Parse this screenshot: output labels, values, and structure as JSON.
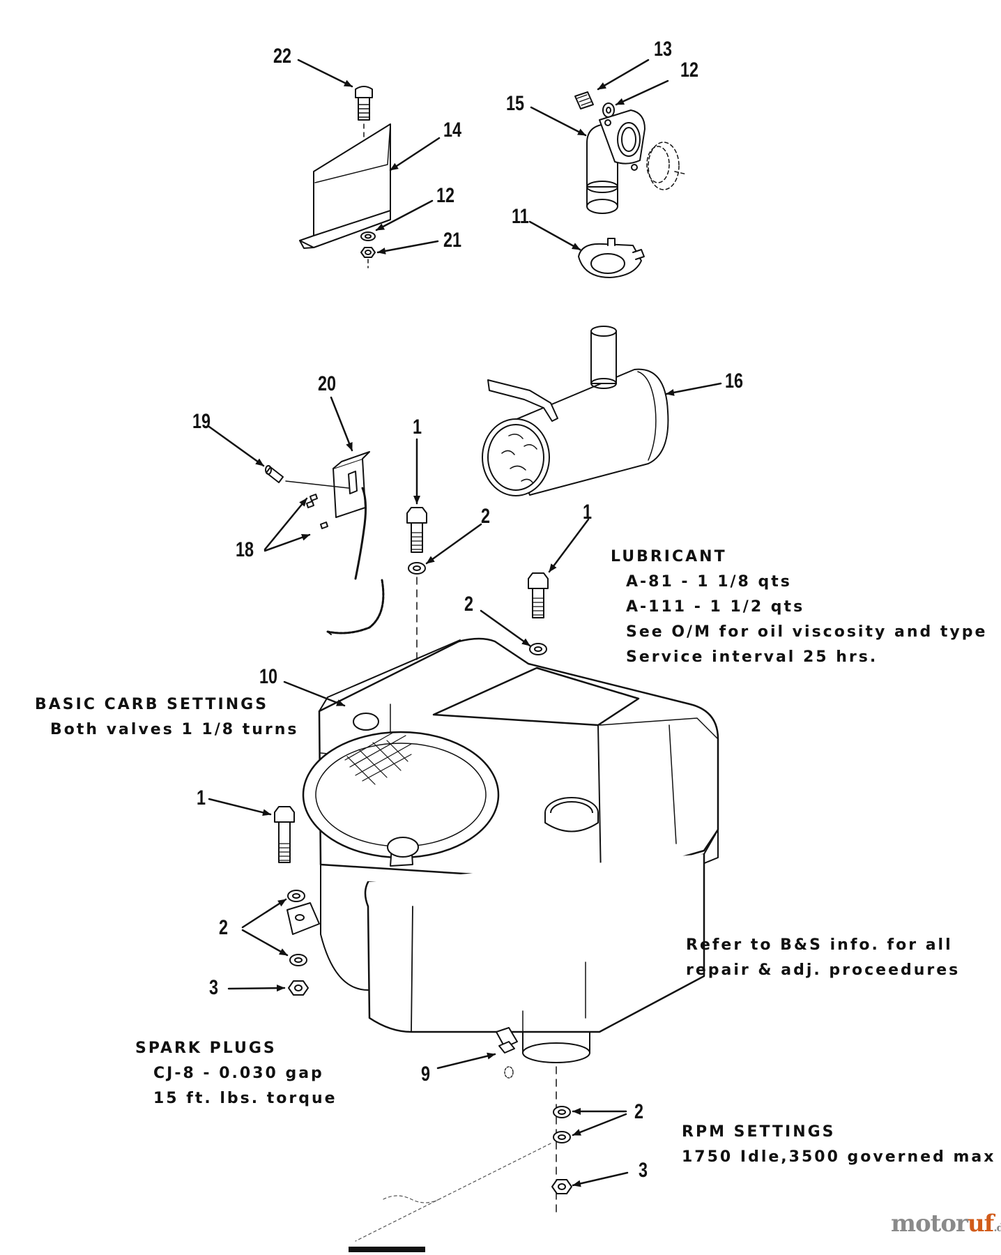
{
  "callouts": [
    {
      "id": "22",
      "text": "22"
    },
    {
      "id": "13",
      "text": "13"
    },
    {
      "id": "12a",
      "text": "12"
    },
    {
      "id": "15",
      "text": "15"
    },
    {
      "id": "14",
      "text": "14"
    },
    {
      "id": "12b",
      "text": "12"
    },
    {
      "id": "21",
      "text": "21"
    },
    {
      "id": "11",
      "text": "11"
    },
    {
      "id": "16",
      "text": "16"
    },
    {
      "id": "20",
      "text": "20"
    },
    {
      "id": "19",
      "text": "19"
    },
    {
      "id": "1a",
      "text": "1"
    },
    {
      "id": "2a",
      "text": "2"
    },
    {
      "id": "1b",
      "text": "1"
    },
    {
      "id": "18",
      "text": "18"
    },
    {
      "id": "2b",
      "text": "2"
    },
    {
      "id": "10",
      "text": "10"
    },
    {
      "id": "1c",
      "text": "1"
    },
    {
      "id": "2c",
      "text": "2"
    },
    {
      "id": "3a",
      "text": "3"
    },
    {
      "id": "9",
      "text": "9"
    },
    {
      "id": "2d",
      "text": "2"
    },
    {
      "id": "3b",
      "text": "3"
    }
  ],
  "notes": {
    "lubricant": {
      "title": "LUBRICANT",
      "line1": "A-81 - 1 1/8 qts",
      "line2": "A-111 - 1 1/2 qts",
      "line3": "See O/M for oil viscosity and type",
      "line4": "Service interval 25 hrs."
    },
    "carb": {
      "title": "BASIC CARB SETTINGS",
      "line1": "Both valves 1 1/8 turns"
    },
    "refer": {
      "line1": "Refer to B&S info. for all",
      "line2": "repair & adj. proceedures"
    },
    "spark": {
      "title": "SPARK PLUGS",
      "line1": "CJ-8 - 0.030 gap",
      "line2": "15 ft. lbs. torque"
    },
    "rpm": {
      "title": "RPM SETTINGS",
      "line1": "1750 Idle,3500 governed max"
    }
  },
  "watermark": {
    "part1": "motor",
    "part2": "uf",
    "suffix": ".de"
  }
}
